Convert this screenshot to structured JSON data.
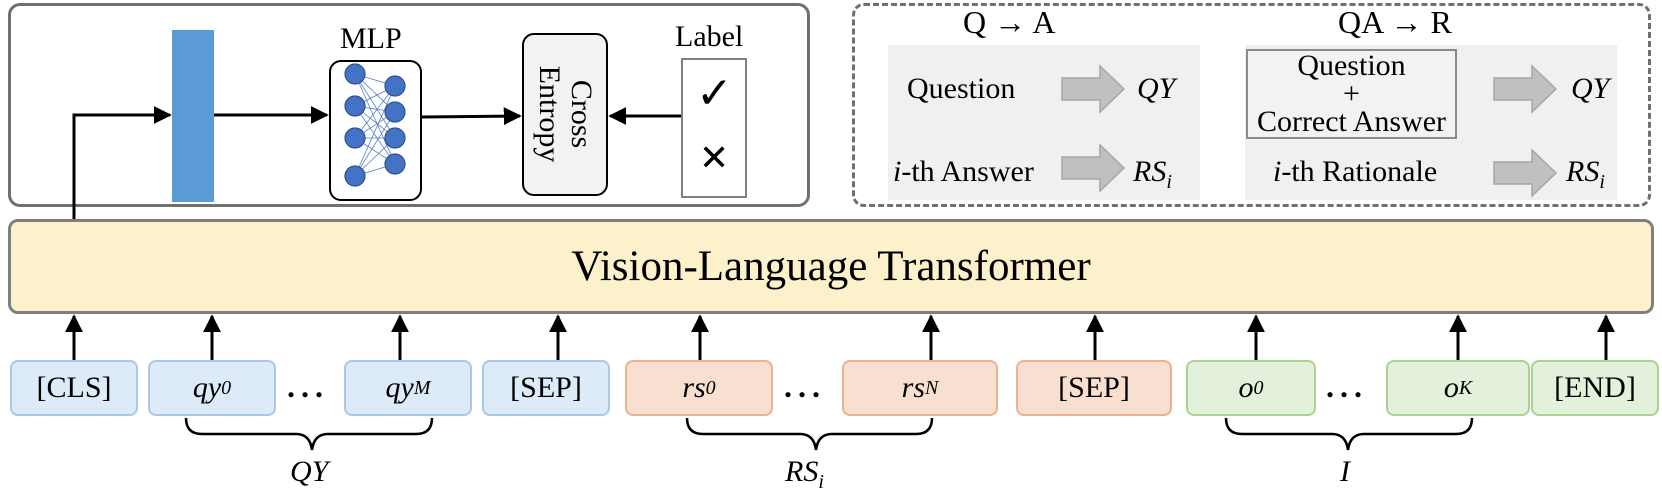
{
  "top_left": {
    "mlp_label": "MLP",
    "cross_entropy": "Cross Entropy",
    "label_title": "Label",
    "check_symbol": "✓",
    "cross_symbol": "✕"
  },
  "top_right": {
    "qa_title": "Q → A",
    "qar_title": "QA → R",
    "qa_rows": [
      {
        "input": "Question",
        "output": "QY",
        "output_sub": ""
      },
      {
        "input_prefix": "i",
        "input": "-th Answer",
        "output": "RS",
        "output_sub": "i"
      }
    ],
    "qar_rows": [
      {
        "input_line1": "Question",
        "input_line2": "+",
        "input_line3": "Correct Answer",
        "output": "QY",
        "output_sub": ""
      },
      {
        "input_prefix": "i",
        "input": "-th Rationale",
        "output": "RS",
        "output_sub": "i"
      }
    ]
  },
  "transformer_label": "Vision-Language Transformer",
  "tokens": {
    "cls": "[CLS]",
    "qy0": {
      "base": "qy",
      "sub": "0"
    },
    "qyM": {
      "base": "qy",
      "sub": "M"
    },
    "sep1": "[SEP]",
    "rs0": {
      "base": "rs",
      "sub": "0"
    },
    "rsN": {
      "base": "rs",
      "sub": "N"
    },
    "sep2": "[SEP]",
    "o0": {
      "base": "o",
      "sub": "0"
    },
    "oK": {
      "base": "o",
      "sub": "K"
    },
    "end": "[END]",
    "dots": "..."
  },
  "groups": {
    "qy": {
      "base": "QY",
      "sub": ""
    },
    "rs": {
      "base": "RS",
      "sub": "i"
    },
    "img": {
      "base": "I",
      "sub": ""
    }
  },
  "colors": {
    "blue_token": "#ddeaf7",
    "orange_token": "#f8dfd0",
    "green_token": "#e3f0db",
    "transformer": "#fdf1cc",
    "bar": "#5a9bd5",
    "node": "#4472c4"
  }
}
